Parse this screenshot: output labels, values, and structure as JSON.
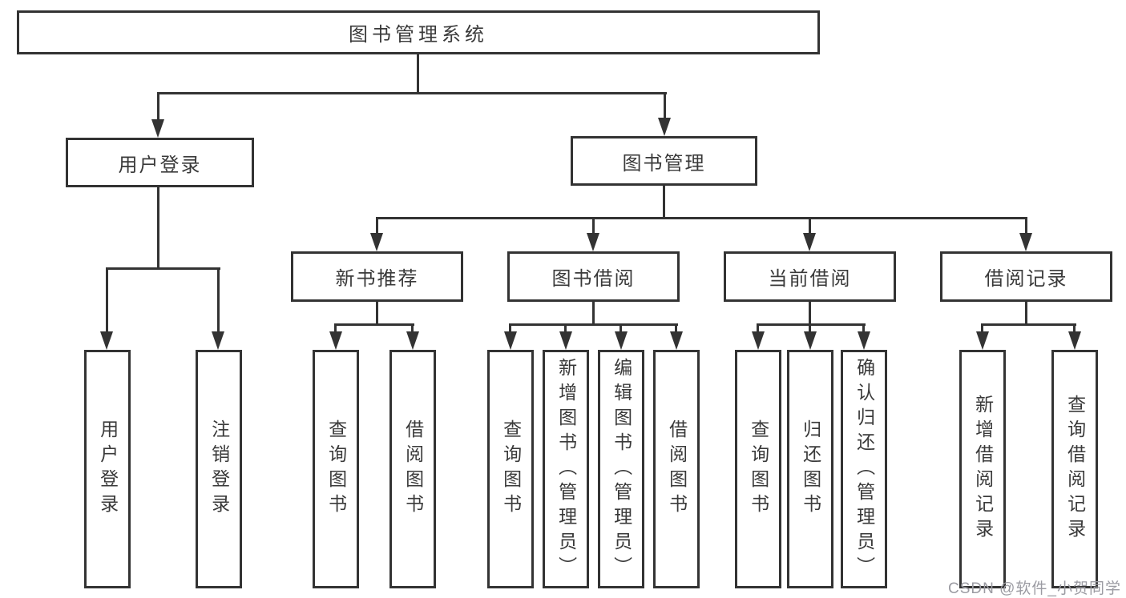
{
  "nodes": {
    "root": {
      "label": "图书管理系统"
    },
    "level2": [
      {
        "label": "用户登录"
      },
      {
        "label": "图书管理"
      }
    ],
    "level3": [
      {
        "label": "新书推荐"
      },
      {
        "label": "图书借阅"
      },
      {
        "label": "当前借阅"
      },
      {
        "label": "借阅记录"
      }
    ],
    "leaves": [
      {
        "label": "用户登录"
      },
      {
        "label": "注销登录"
      },
      {
        "label": "查询图书"
      },
      {
        "label": "借阅图书"
      },
      {
        "label": "查询图书"
      },
      {
        "label": "新增图书（管理员）"
      },
      {
        "label": "编辑图书（管理员）"
      },
      {
        "label": "借阅图书"
      },
      {
        "label": "查询图书"
      },
      {
        "label": "归还图书"
      },
      {
        "label": "确认归还（管理员）"
      },
      {
        "label": "新增借阅记录"
      },
      {
        "label": "查询借阅记录"
      }
    ]
  },
  "watermark": {
    "text": "CSDN @软件_小贺同学"
  },
  "colors": {
    "line": "#333333",
    "text": "#3a3a3a",
    "box_bg": "#ffffff",
    "watermark": "#9b9ba2"
  }
}
